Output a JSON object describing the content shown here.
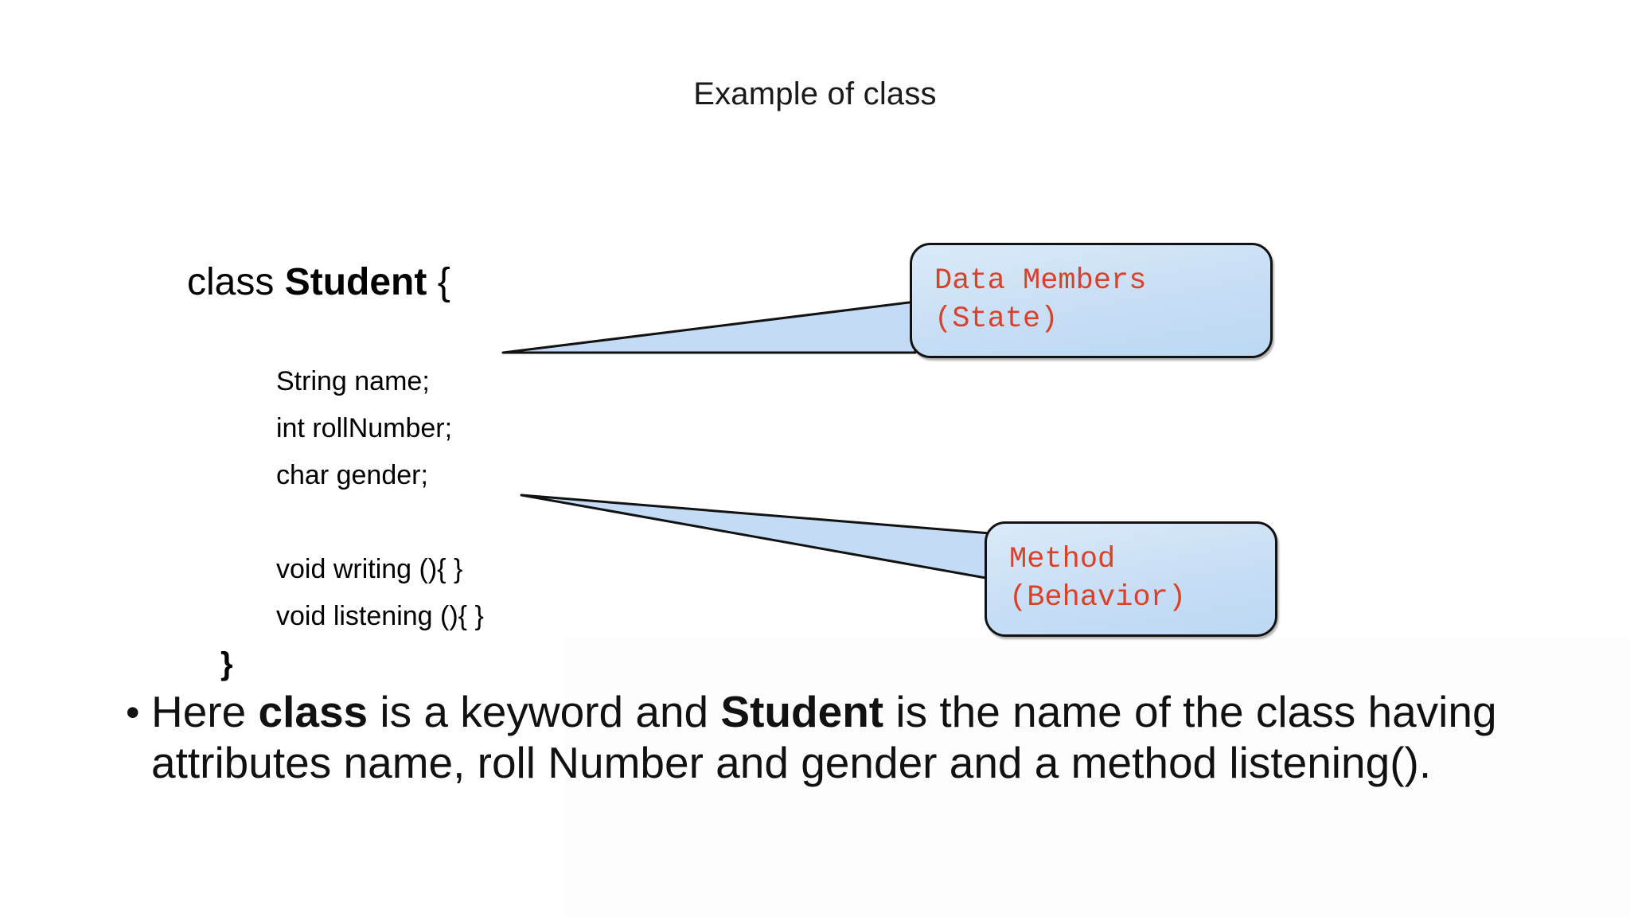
{
  "slide": {
    "title": "Example of class",
    "background_color": "#ffffff"
  },
  "code": {
    "class_keyword": "class",
    "class_name": "Student",
    "open_brace": "{",
    "members": [
      "String name;",
      "int rollNumber;",
      "char gender;"
    ],
    "methods": [
      "void writing (){ }",
      "void listening (){ }"
    ],
    "close_brace": "}"
  },
  "callouts": [
    {
      "id": "data-members",
      "line1": "Data Members",
      "line2": "(State)",
      "text_color": "#d9412a",
      "fill_color": "#cbe1f7",
      "border_color": "#121212"
    },
    {
      "id": "method-behavior",
      "line1": "Method",
      "line2": "(Behavior)",
      "text_color": "#d9412a",
      "fill_color": "#cbe1f7",
      "border_color": "#121212"
    }
  ],
  "bullet": {
    "marker": "•",
    "part1": "Here ",
    "bold1": "class",
    "part2": " is a keyword and ",
    "bold2": "Student",
    "part3": " is the name of the class having attributes name, roll Number and gender and a method listening()."
  }
}
